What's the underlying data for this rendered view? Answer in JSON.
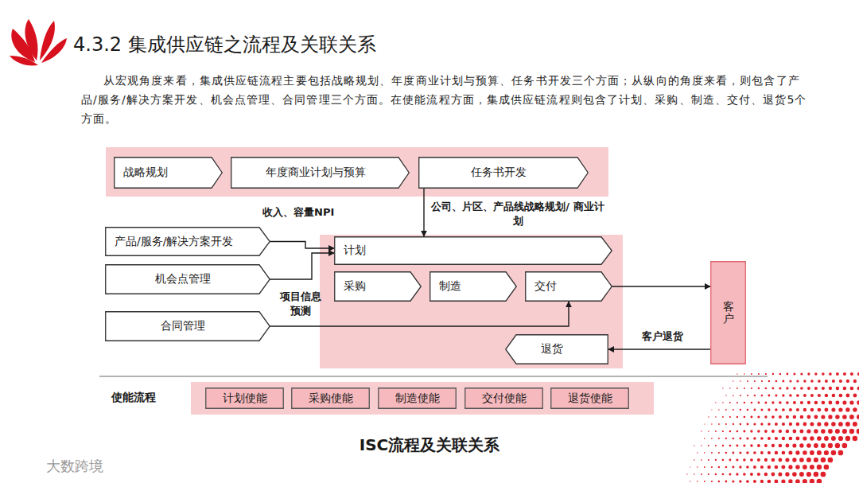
{
  "diagram": {
    "title": "4.3.2 集成供应链之流程及关联关系",
    "caption": "ISC流程及关联关系",
    "nodes": [
      {
        "text": [
          "战略规划"
        ]
      },
      {
        "text": [
          "年度商业计划与预算"
        ]
      },
      {
        "text": [
          "任务书开发"
        ]
      },
      {
        "text": [
          "产品/服务/解决方案开发"
        ]
      },
      {
        "text": [
          "机会点管理"
        ]
      },
      {
        "text": [
          "合同管理"
        ]
      },
      {
        "text": [
          "计划"
        ]
      },
      {
        "text": [
          "采购"
        ]
      },
      {
        "text": [
          "制造"
        ]
      },
      {
        "text": [
          "交付"
        ]
      },
      {
        "text": [
          "退货"
        ]
      },
      {
        "text": [
          "客户"
        ]
      },
      {
        "text": [
          "计划使能"
        ]
      },
      {
        "text": [
          "采购使能"
        ]
      },
      {
        "text": [
          "制造使能"
        ]
      },
      {
        "text": [
          "交付使能"
        ]
      },
      {
        "text": [
          "退货使能"
        ]
      }
    ],
    "edges": [
      {
        "from": 2,
        "to": 6,
        "arrow": "to",
        "label": "公司、片区、产品线战略规划/ 商业计划"
      },
      {
        "from": 3,
        "to": 6,
        "arrow": "to",
        "label": "收入、容量NPI"
      },
      {
        "from": 4,
        "to": 6,
        "arrow": "to",
        "label": "项目信息 预测"
      },
      {
        "from": 5,
        "to": 9,
        "arrow": "to"
      },
      {
        "from": 9,
        "to": 11,
        "arrow": "to"
      },
      {
        "from": 11,
        "to": 10,
        "arrow": "to",
        "label": "客户退货"
      }
    ],
    "labels": [
      "从宏观角度来看，集成供应链流程主要包括战略规划、年度商业计划与预算、任务书开发三个方面；从纵向的角度来看，则包含了产品/服务/解决方案开发、机会点管理、合同管理三个方面。在使能流程方面，集成供应链流程则包含了计划、采购、制造、交付、退货5个方面。",
      "使能流程",
      "大数跨境"
    ]
  }
}
